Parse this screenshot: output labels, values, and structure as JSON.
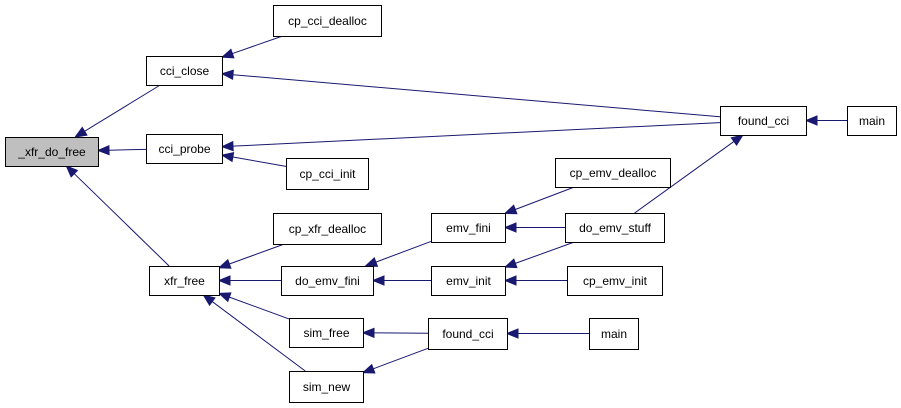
{
  "graph": {
    "nodes": [
      {
        "id": "xfr_do_free",
        "label": "_xfr_do_free",
        "highlight": true
      },
      {
        "id": "cci_close",
        "label": "cci_close"
      },
      {
        "id": "cci_probe",
        "label": "cci_probe"
      },
      {
        "id": "xfr_free",
        "label": "xfr_free"
      },
      {
        "id": "cp_cci_dealloc",
        "label": "cp_cci_dealloc"
      },
      {
        "id": "cp_cci_init",
        "label": "cp_cci_init"
      },
      {
        "id": "found_cci_1",
        "label": "found_cci"
      },
      {
        "id": "main_1",
        "label": "main"
      },
      {
        "id": "cp_xfr_dealloc",
        "label": "cp_xfr_dealloc"
      },
      {
        "id": "do_emv_fini",
        "label": "do_emv_fini"
      },
      {
        "id": "sim_free",
        "label": "sim_free"
      },
      {
        "id": "sim_new",
        "label": "sim_new"
      },
      {
        "id": "emv_fini",
        "label": "emv_fini"
      },
      {
        "id": "emv_init",
        "label": "emv_init"
      },
      {
        "id": "found_cci_2",
        "label": "found_cci"
      },
      {
        "id": "cp_emv_dealloc",
        "label": "cp_emv_dealloc"
      },
      {
        "id": "do_emv_stuff",
        "label": "do_emv_stuff"
      },
      {
        "id": "cp_emv_init",
        "label": "cp_emv_init"
      },
      {
        "id": "main_2",
        "label": "main"
      }
    ],
    "edges": [
      {
        "from": "cci_close",
        "to": "xfr_do_free"
      },
      {
        "from": "cci_probe",
        "to": "xfr_do_free"
      },
      {
        "from": "xfr_free",
        "to": "xfr_do_free"
      },
      {
        "from": "cp_cci_dealloc",
        "to": "cci_close"
      },
      {
        "from": "found_cci_1",
        "to": "cci_close"
      },
      {
        "from": "found_cci_1",
        "to": "cci_probe"
      },
      {
        "from": "cp_cci_init",
        "to": "cci_probe"
      },
      {
        "from": "main_1",
        "to": "found_cci_1"
      },
      {
        "from": "do_emv_stuff",
        "to": "found_cci_1"
      },
      {
        "from": "cp_xfr_dealloc",
        "to": "xfr_free"
      },
      {
        "from": "do_emv_fini",
        "to": "xfr_free"
      },
      {
        "from": "sim_free",
        "to": "xfr_free"
      },
      {
        "from": "sim_new",
        "to": "xfr_free"
      },
      {
        "from": "emv_fini",
        "to": "do_emv_fini"
      },
      {
        "from": "emv_init",
        "to": "do_emv_fini"
      },
      {
        "from": "cp_emv_dealloc",
        "to": "emv_fini"
      },
      {
        "from": "do_emv_stuff",
        "to": "emv_fini"
      },
      {
        "from": "do_emv_stuff",
        "to": "emv_init"
      },
      {
        "from": "cp_emv_init",
        "to": "emv_init"
      },
      {
        "from": "found_cci_2",
        "to": "sim_free"
      },
      {
        "from": "found_cci_2",
        "to": "sim_new"
      },
      {
        "from": "main_2",
        "to": "found_cci_2"
      }
    ]
  }
}
